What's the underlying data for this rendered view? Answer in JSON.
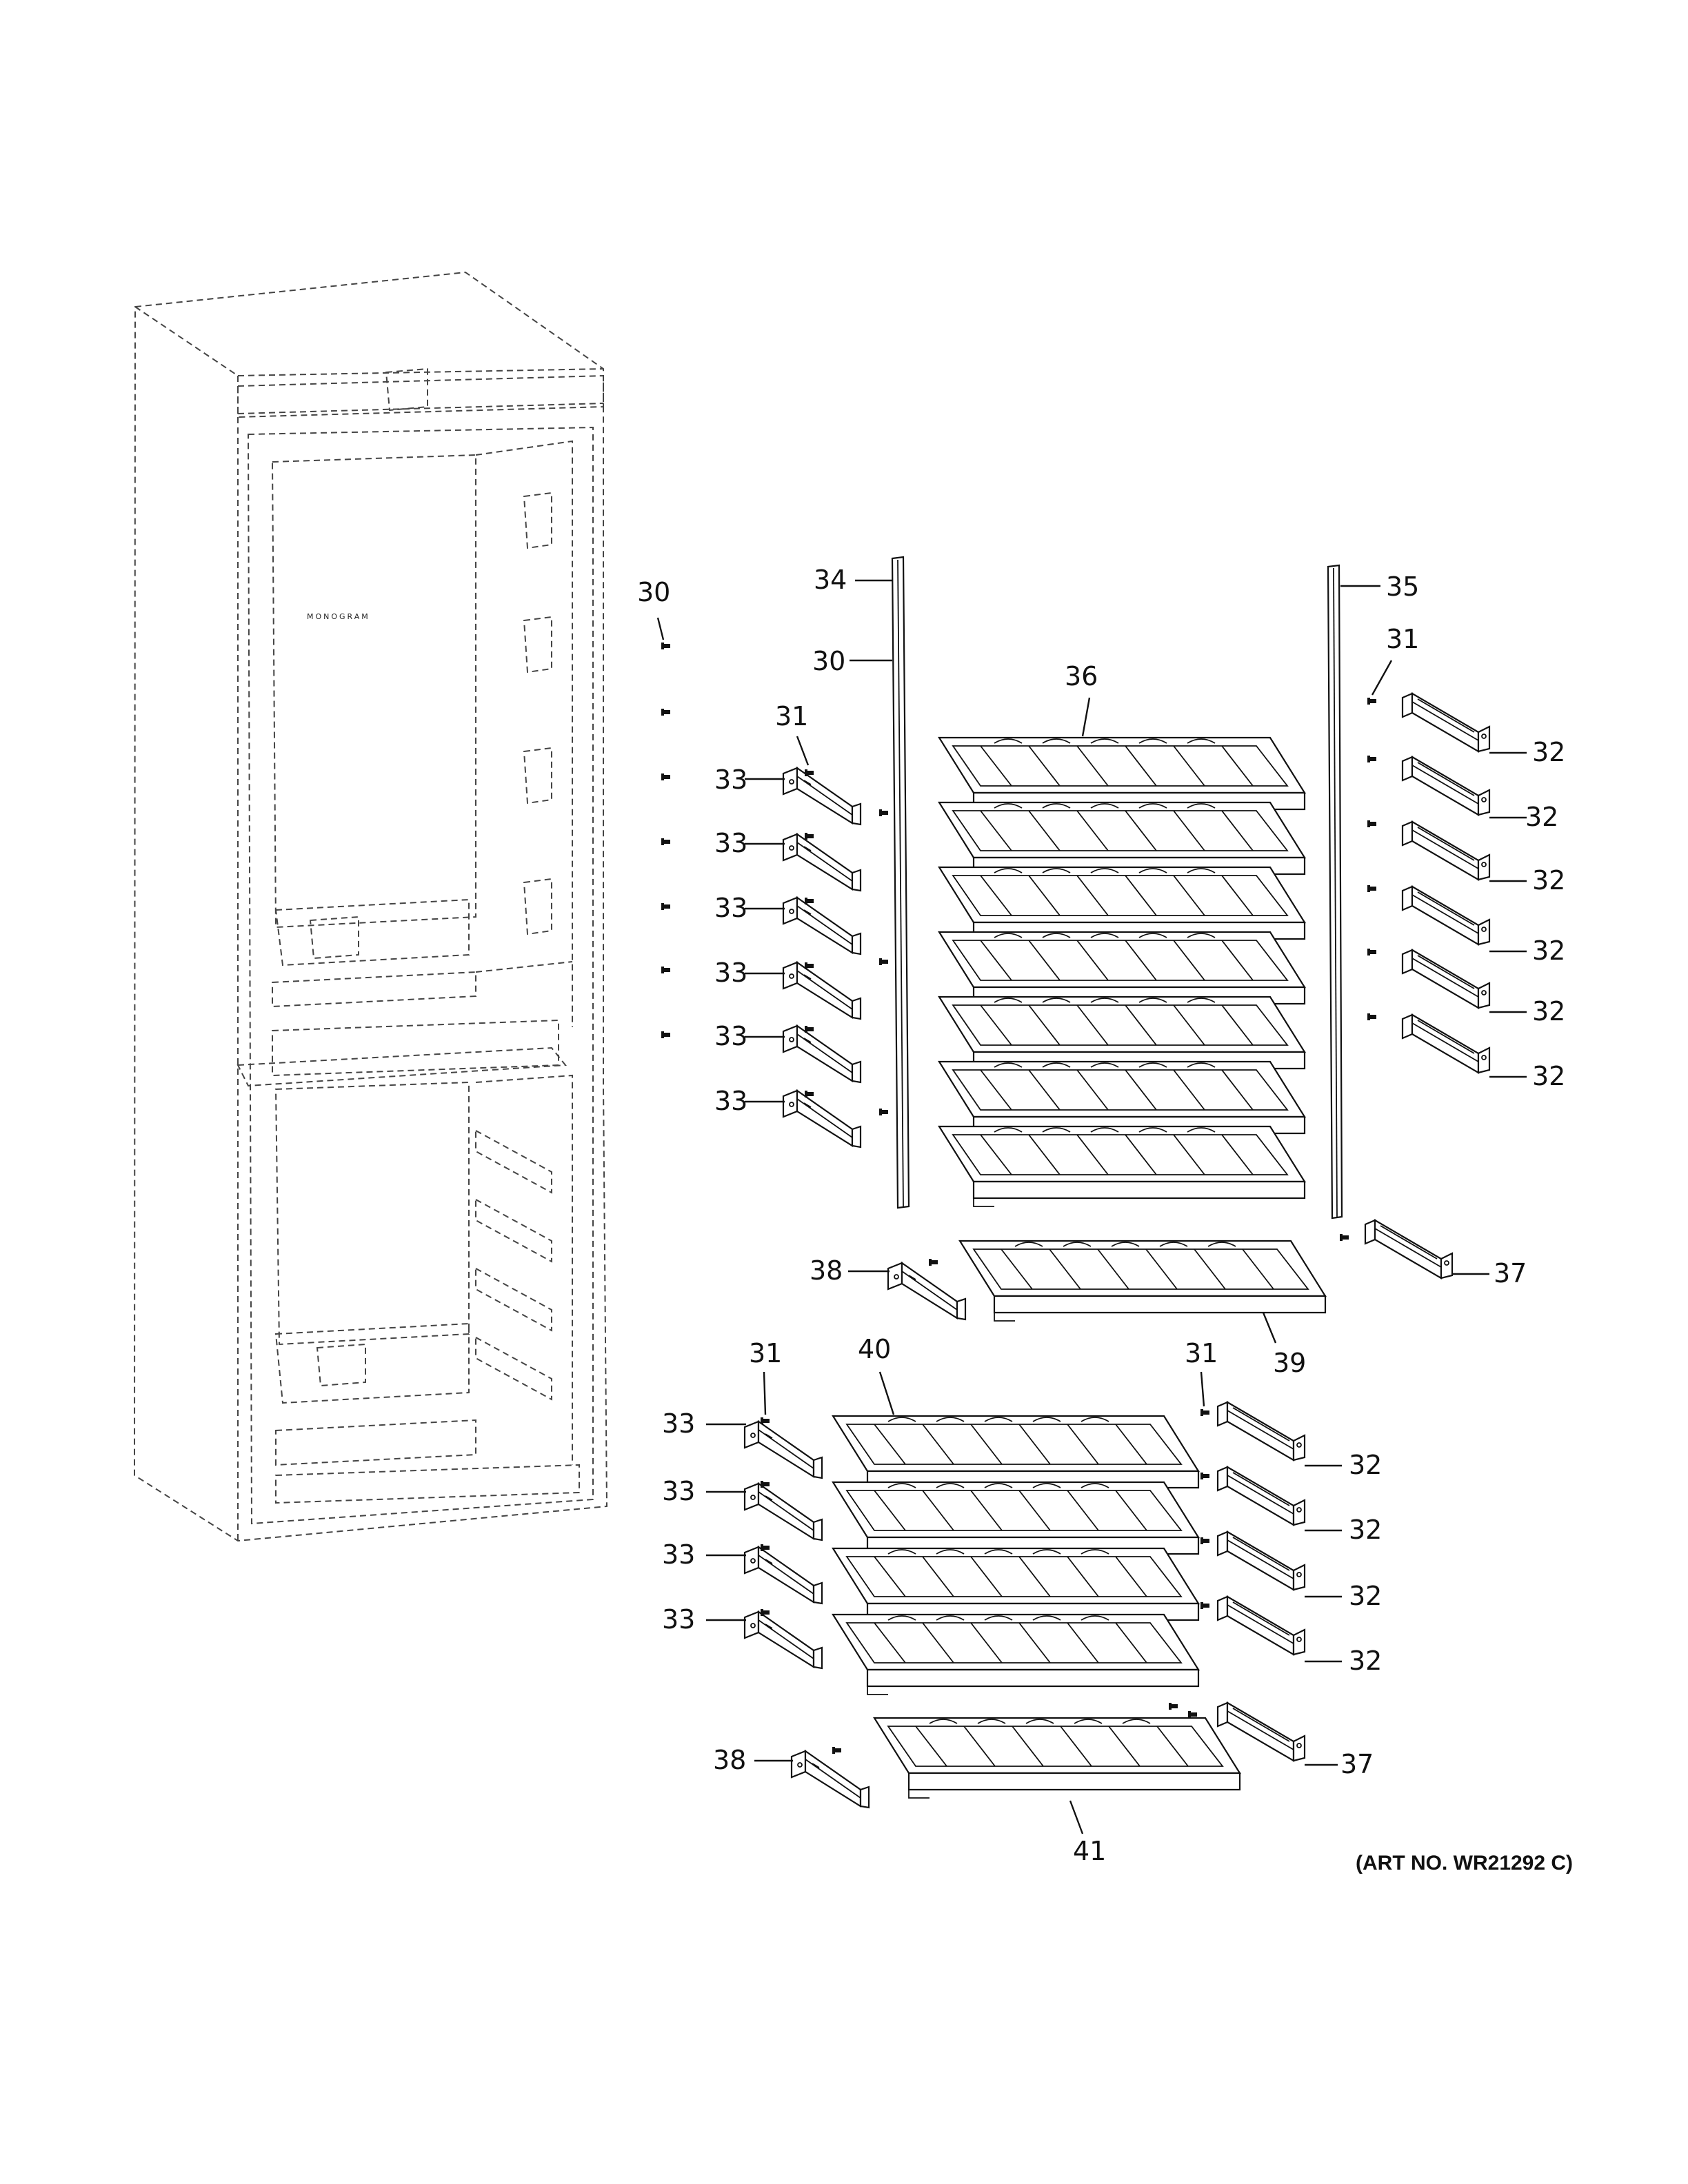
{
  "diagram": {
    "brand_label": "MONOGRAM",
    "art_number": "(ART NO. WR21292 C)",
    "callouts": [
      {
        "id": "c30a",
        "label": "30"
      },
      {
        "id": "c34",
        "label": "34"
      },
      {
        "id": "c30b",
        "label": "30"
      },
      {
        "id": "c35",
        "label": "35"
      },
      {
        "id": "c31a",
        "label": "31"
      },
      {
        "id": "c31b",
        "label": "31"
      },
      {
        "id": "c36",
        "label": "36"
      },
      {
        "id": "c33a",
        "label": "33"
      },
      {
        "id": "c33b",
        "label": "33"
      },
      {
        "id": "c33c",
        "label": "33"
      },
      {
        "id": "c33d",
        "label": "33"
      },
      {
        "id": "c33e",
        "label": "33"
      },
      {
        "id": "c33f",
        "label": "33"
      },
      {
        "id": "c32a",
        "label": "32"
      },
      {
        "id": "c32b",
        "label": "32"
      },
      {
        "id": "c32c",
        "label": "32"
      },
      {
        "id": "c32d",
        "label": "32"
      },
      {
        "id": "c32e",
        "label": "32"
      },
      {
        "id": "c32f",
        "label": "32"
      },
      {
        "id": "c38a",
        "label": "38"
      },
      {
        "id": "c37a",
        "label": "37"
      },
      {
        "id": "c39",
        "label": "39"
      },
      {
        "id": "c31c",
        "label": "31"
      },
      {
        "id": "c40",
        "label": "40"
      },
      {
        "id": "c31d",
        "label": "31"
      },
      {
        "id": "c33g",
        "label": "33"
      },
      {
        "id": "c33h",
        "label": "33"
      },
      {
        "id": "c33i",
        "label": "33"
      },
      {
        "id": "c33j",
        "label": "33"
      },
      {
        "id": "c32g",
        "label": "32"
      },
      {
        "id": "c32h",
        "label": "32"
      },
      {
        "id": "c32i",
        "label": "32"
      },
      {
        "id": "c32j",
        "label": "32"
      },
      {
        "id": "c38b",
        "label": "38"
      },
      {
        "id": "c37b",
        "label": "37"
      },
      {
        "id": "c41",
        "label": "41"
      }
    ]
  }
}
